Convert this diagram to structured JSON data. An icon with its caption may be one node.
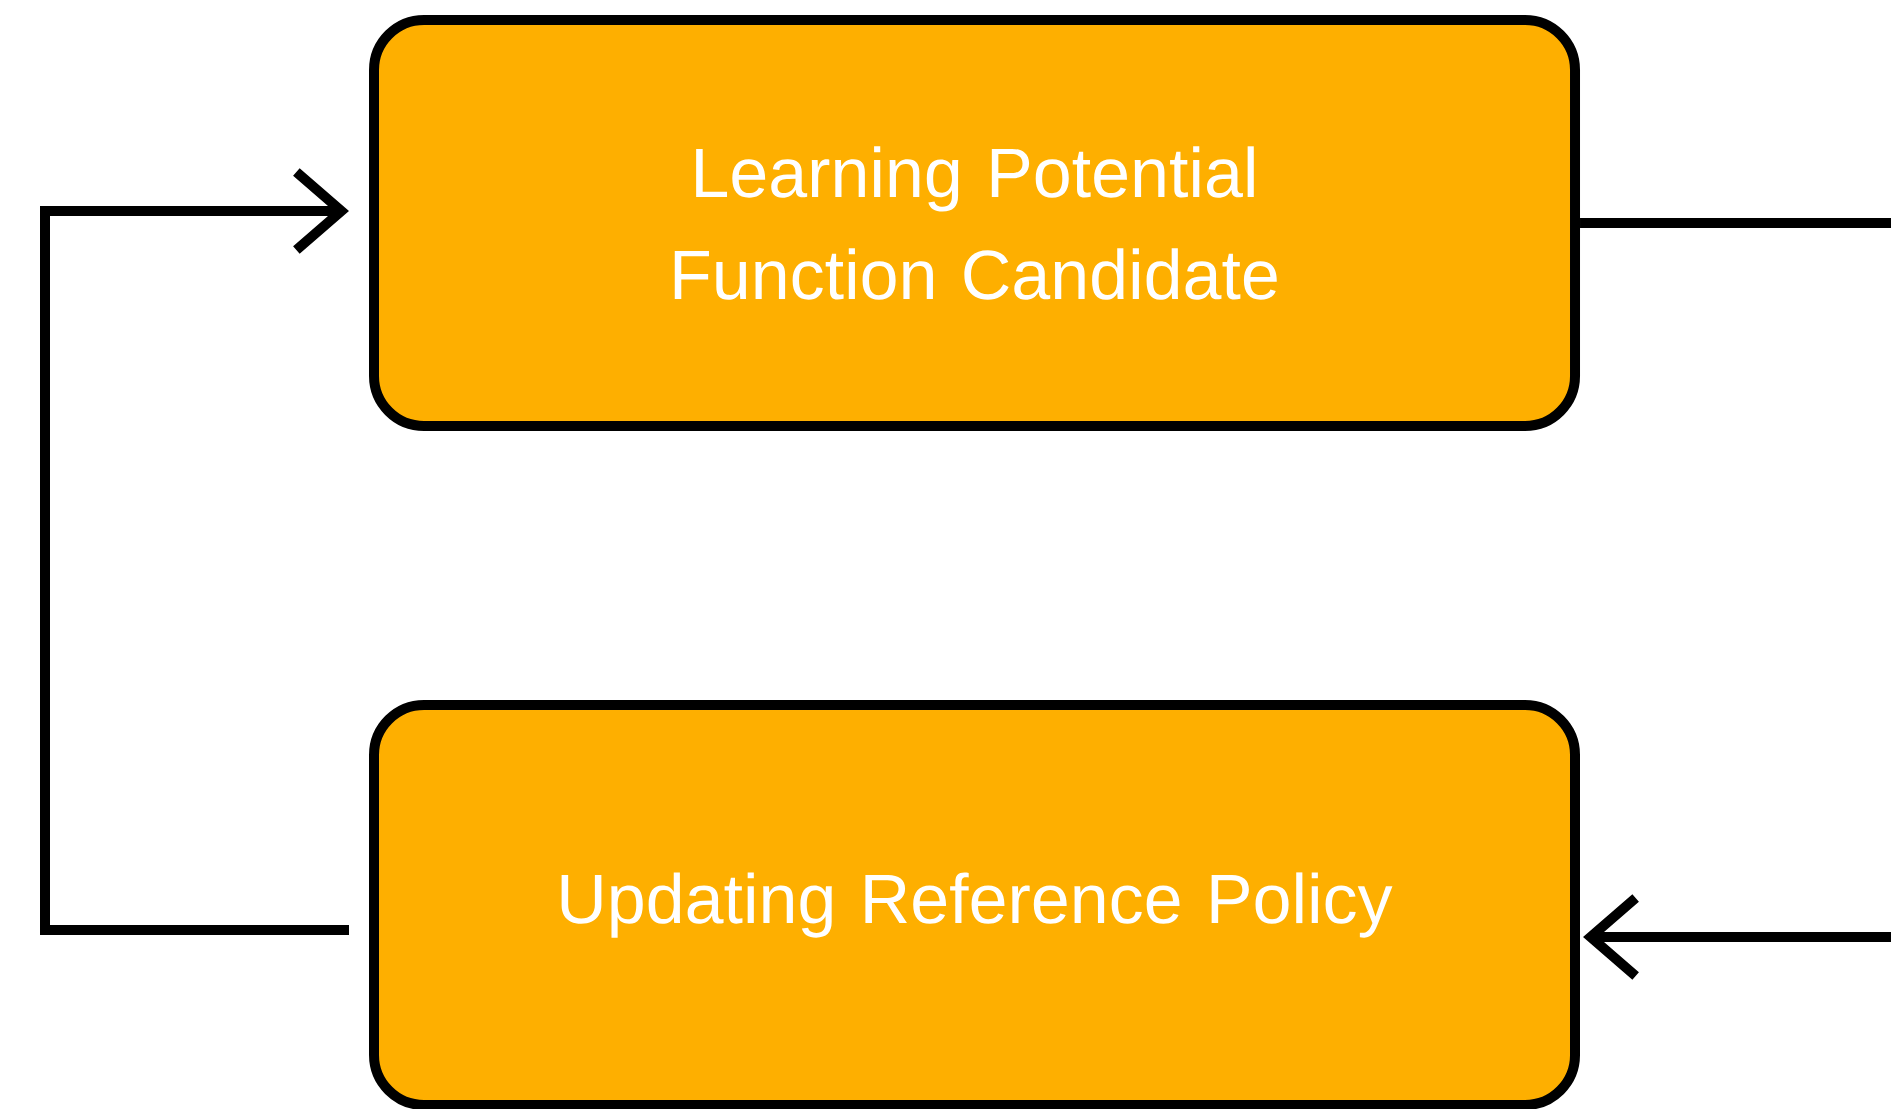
{
  "diagram": {
    "nodes": [
      {
        "text": [
          "Learning Potential Function Candidate"
        ]
      },
      {
        "text": [
          "Updating Reference Policy"
        ]
      }
    ],
    "edges": [
      {
        "from": 1,
        "to": 0,
        "arrow": "to"
      },
      {
        "from": 0,
        "to": null,
        "arrow": "none"
      },
      {
        "from": null,
        "to": 1,
        "arrow": "to"
      }
    ]
  }
}
